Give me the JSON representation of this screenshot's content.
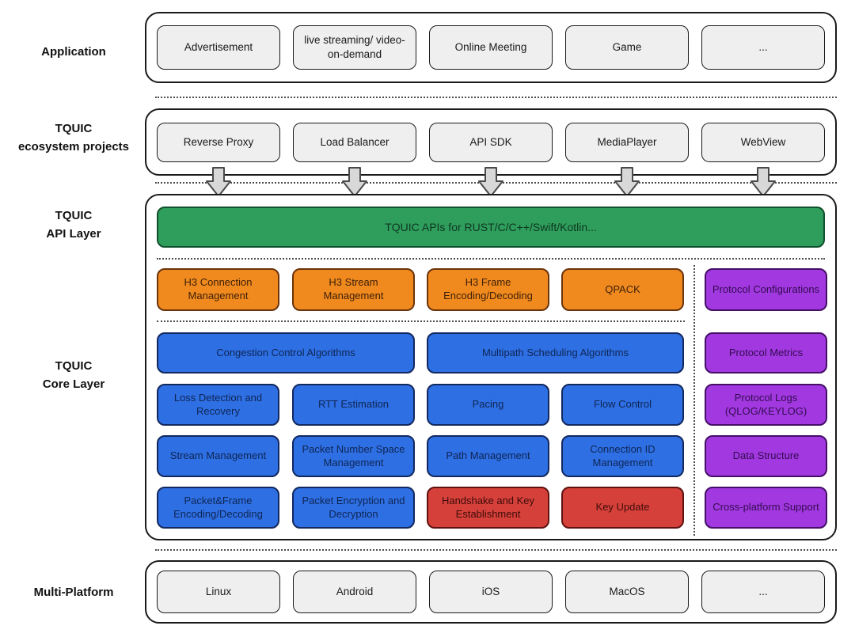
{
  "palette": {
    "green": "#2f9e5c",
    "orange": "#f08a1f",
    "blue": "#2e6fe3",
    "red": "#d6403a",
    "purple": "#a238e0",
    "box_gray": "#efefef",
    "border_dark": "#1a1a1a",
    "arrow_gray": "#d8d8d8"
  },
  "application": {
    "label": "Application",
    "items": [
      "Advertisement",
      "live streaming/ video-on-demand",
      "Online Meeting",
      "Game",
      "..."
    ]
  },
  "ecosystem": {
    "label_line1": "TQUIC",
    "label_line2": "ecosystem projects",
    "items": [
      "Reverse Proxy",
      "Load Balancer",
      "API SDK",
      "MediaPlayer",
      "WebView"
    ]
  },
  "api_layer": {
    "label_line1": "TQUIC",
    "label_line2": "API Layer",
    "bar_label": "TQUIC APIs for RUST/C/C++/Swift/Kotlin..."
  },
  "core_layer": {
    "label_line1": "TQUIC",
    "label_line2": "Core Layer",
    "h3_row": [
      "H3 Connection Management",
      "H3 Stream Management",
      "H3 Frame Encoding/Decoding",
      "QPACK"
    ],
    "algo_row": [
      "Congestion Control Algorithms",
      "Multipath Scheduling Algorithms"
    ],
    "detection_row": [
      "Loss Detection and Recovery",
      "RTT Estimation",
      "Pacing",
      "Flow Control"
    ],
    "mgmt_row": [
      "Stream Management",
      "Packet Number Space Management",
      "Path Management",
      "Connection ID Management"
    ],
    "crypto_row": [
      {
        "label": "Packet&Frame Encoding/Decoding",
        "color": "blue"
      },
      {
        "label": "Packet Encryption and Decryption",
        "color": "blue"
      },
      {
        "label": "Handshake and Key Establishment",
        "color": "red"
      },
      {
        "label": "Key Update",
        "color": "red"
      }
    ],
    "right_column": [
      "Protocol Configurations",
      "Protocol Metrics",
      "Protocol Logs (QLOG/KEYLOG)",
      "Data Structure",
      "Cross-platform Support"
    ]
  },
  "platform": {
    "label": "Multi-Platform",
    "items": [
      "Linux",
      "Android",
      "iOS",
      "MacOS",
      "..."
    ]
  }
}
